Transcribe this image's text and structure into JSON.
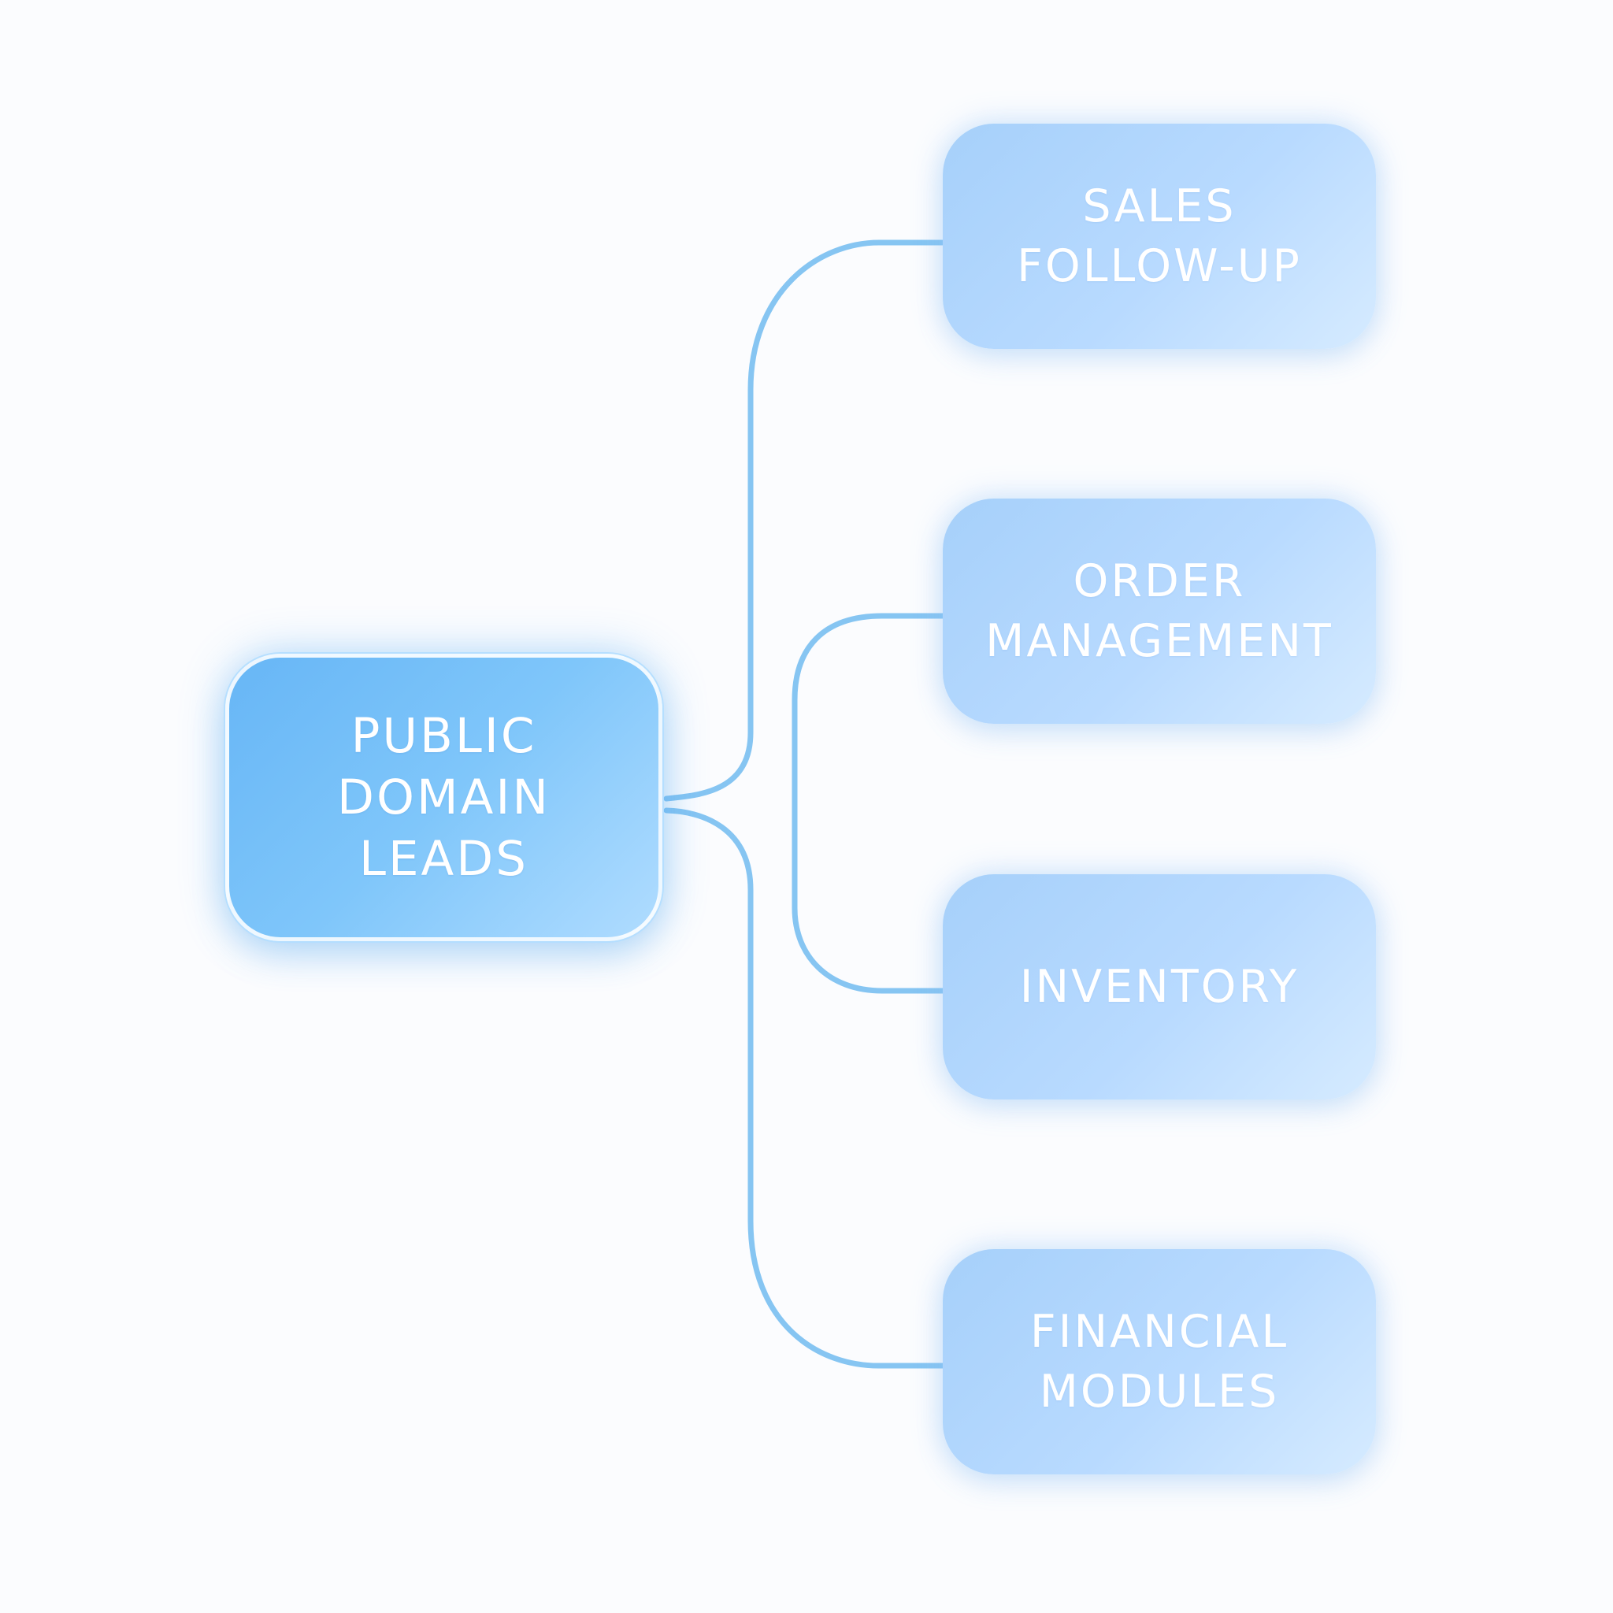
{
  "diagram": {
    "root": {
      "lines": [
        "PUBLIC",
        "DOMAIN",
        "LEADS"
      ]
    },
    "children": [
      {
        "lines": [
          "SALES",
          "FOLLOW-UP"
        ]
      },
      {
        "lines": [
          "ORDER",
          "MANAGEMENT"
        ]
      },
      {
        "lines": [
          "INVENTORY"
        ]
      },
      {
        "lines": [
          "FINANCIAL",
          "MODULES"
        ]
      }
    ]
  },
  "colors": {
    "background": "#fbfcfe",
    "connector": "#86c5f2",
    "root_fill": "#73bdf8",
    "child_fill": "#b7d9fd",
    "text": "#ffffff"
  }
}
